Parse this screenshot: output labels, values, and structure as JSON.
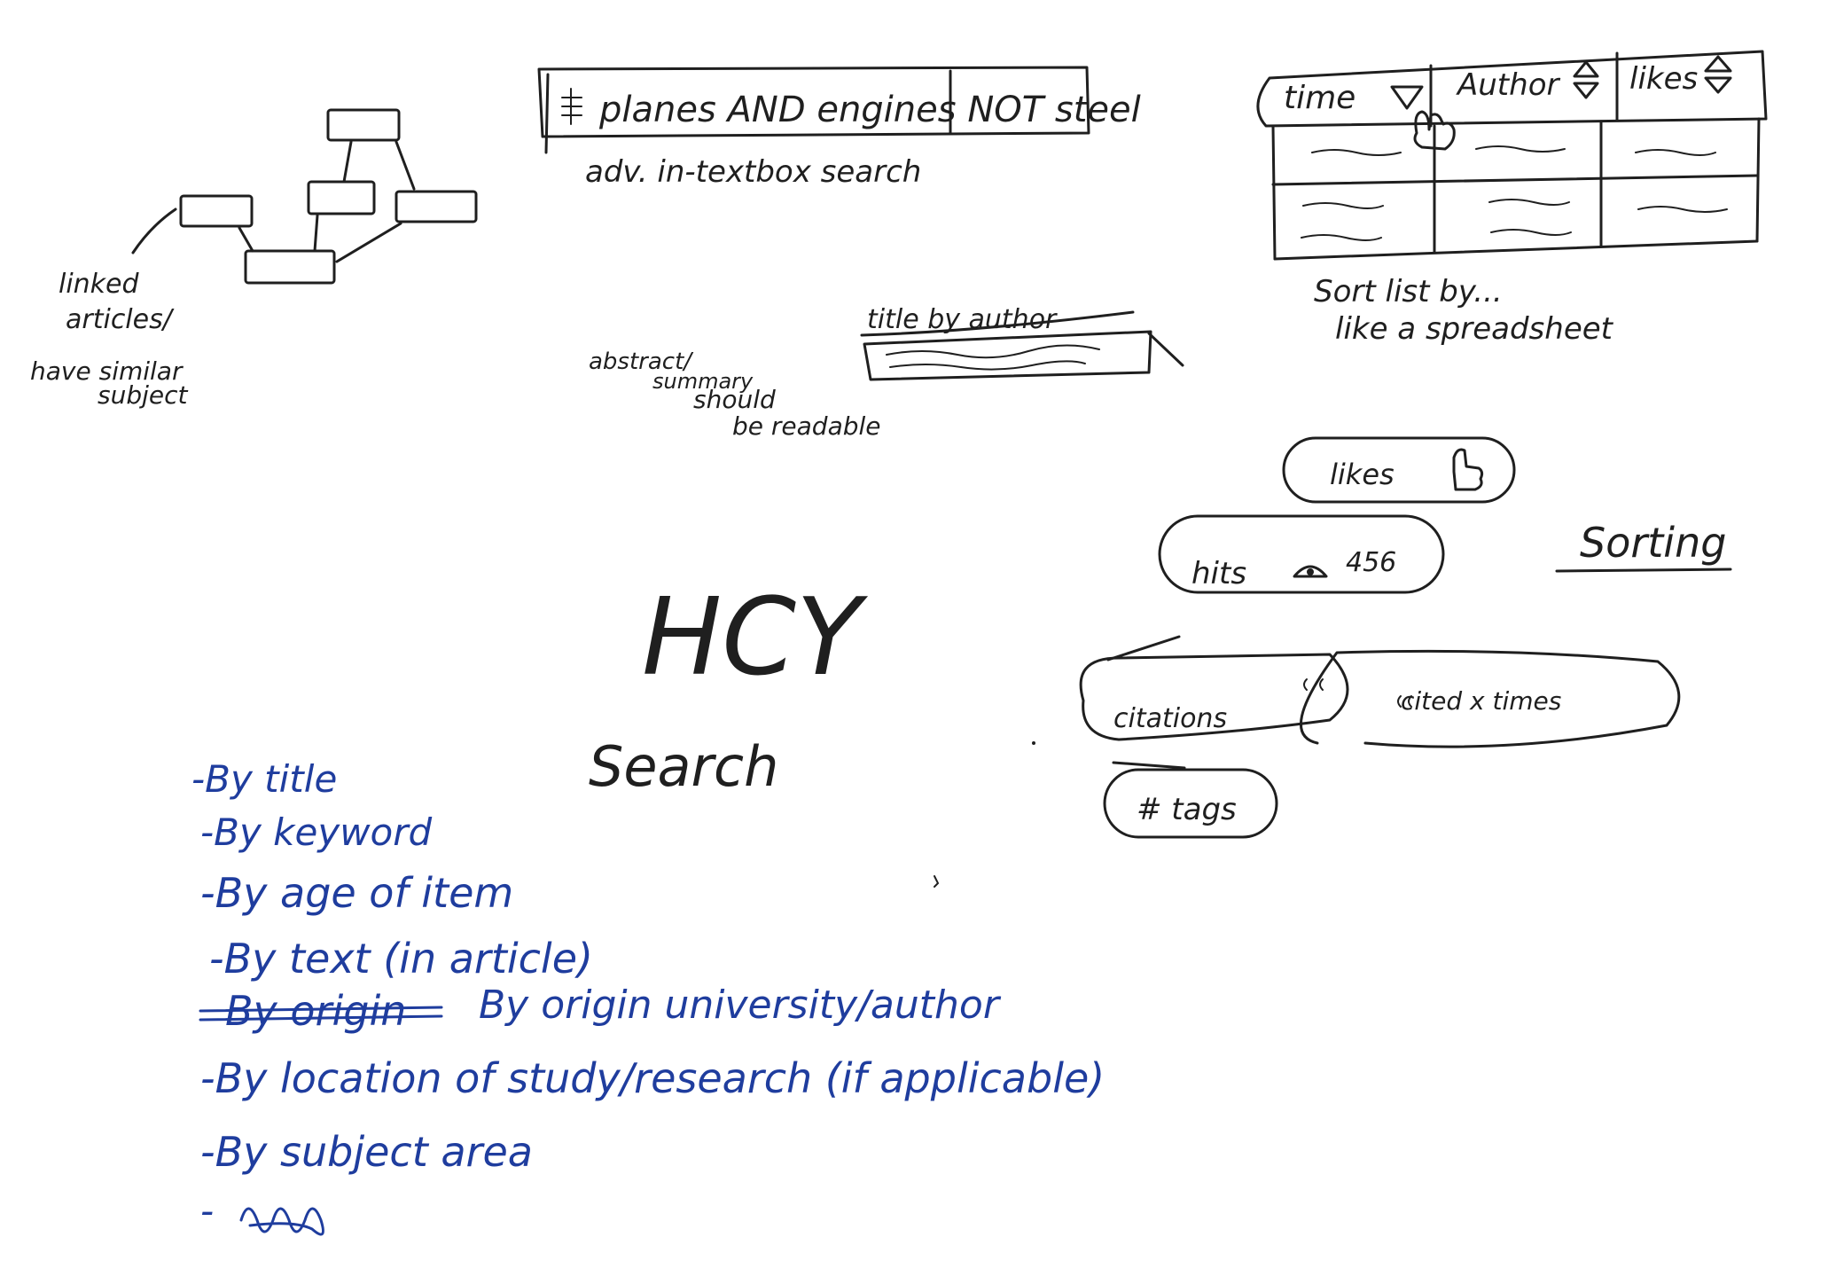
{
  "colors": {
    "ink": "#1f1f1f",
    "blue_pen": "#1f3d9e",
    "paper": "#ffffff"
  },
  "search_box": {
    "query": "planes AND engines NOT steel",
    "caption": "adv. in-textbox search"
  },
  "linked_articles": {
    "caption_line1": "linked",
    "caption_line2": "articles/",
    "caption_line3": "have similar",
    "caption_line4": "subject"
  },
  "abstract": {
    "title_line": "title by author",
    "caption_line1": "abstract/",
    "caption_line2": "summary",
    "caption_line3": "should",
    "caption_line4": "be readable"
  },
  "sort_table": {
    "columns": [
      "time",
      "Author",
      "likes"
    ],
    "caption_line1": "Sort list by...",
    "caption_line2": "like a spreadsheet"
  },
  "sorting": {
    "heading": "Sorting",
    "pills": {
      "likes": "likes",
      "hits": "hits",
      "hits_count": "456",
      "citations": "citations",
      "cited_times": "cited x times",
      "tags": "# tags"
    }
  },
  "main": {
    "title": "HCY",
    "subtitle": "Search"
  },
  "search_criteria": {
    "items": [
      "-By title",
      "-By keyword",
      "-By age of item",
      "-By text (in article)",
      "By origin university/author",
      "-By location of study/research (if applicable)",
      "-By subject area",
      "-"
    ],
    "struck_out": "By origin"
  }
}
